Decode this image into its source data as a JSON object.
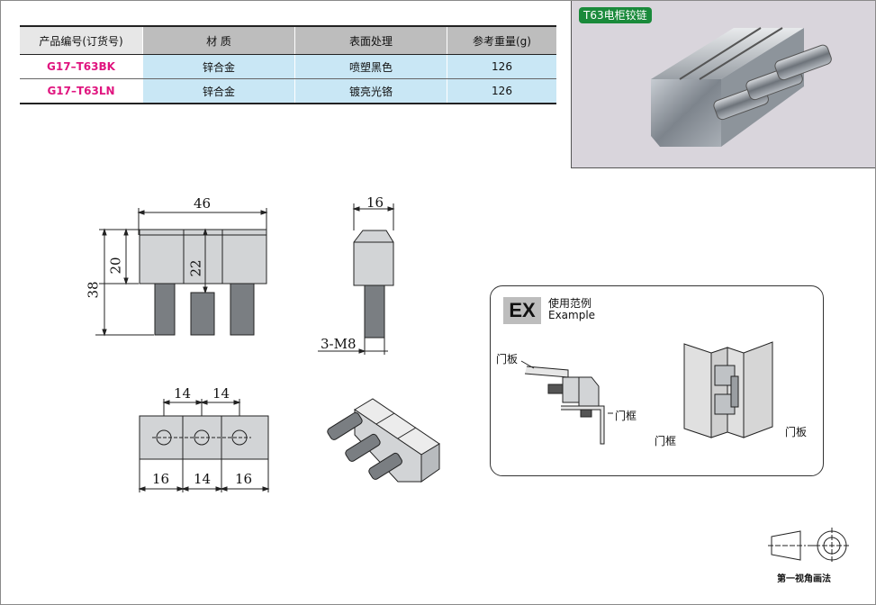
{
  "table": {
    "headers": [
      "产品编号(订货号)",
      "材  质",
      "表面处理",
      "参考重量(g)"
    ],
    "rows": [
      [
        "G17–T63BK",
        "锌合金",
        "喷塑黑色",
        "126"
      ],
      [
        "G17–T63LN",
        "锌合金",
        "镀亮光铬",
        "126"
      ]
    ]
  },
  "photo": {
    "title": "T63电柜铰链"
  },
  "front_view": {
    "width": "46",
    "height_body": "20",
    "height_mid": "22",
    "height_total": "38"
  },
  "side_view": {
    "width": "16",
    "thread": "3-M8"
  },
  "top_view": {
    "pitch_1": "14",
    "pitch_2": "14",
    "seg_1": "16",
    "seg_2": "14",
    "seg_3": "16"
  },
  "example": {
    "badge": "EX",
    "title_cn": "使用范例",
    "title_en": "Example",
    "label_door_panel_left": "门板",
    "label_door_frame_left": "门框",
    "label_door_frame_right": "门框",
    "label_door_panel_right": "门板"
  },
  "projection": {
    "label": "第一视角画法"
  }
}
